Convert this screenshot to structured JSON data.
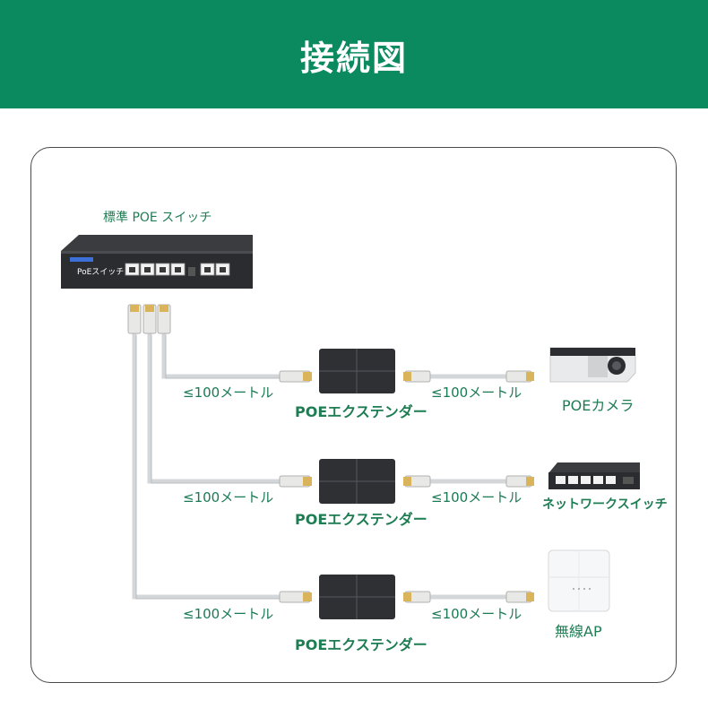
{
  "header": {
    "title": "接続図"
  },
  "main_switch": {
    "label": "標準 POE スイッチ",
    "front_text": "PoEスイッチ"
  },
  "rows": [
    {
      "cable_in": "≤100メートル",
      "extender": "POEエクステンダー",
      "cable_out": "≤100メートル",
      "device": "POEカメラ"
    },
    {
      "cable_in": "≤100メートル",
      "extender": "POEエクステンダー",
      "cable_out": "≤100メートル",
      "device": "ネットワークスイッチ"
    },
    {
      "cable_in": "≤100メートル",
      "extender": "POEエクステンダー",
      "cable_out": "≤100メートル",
      "device": "無線AP"
    }
  ],
  "colors": {
    "header_bg": "#0b8a5f",
    "label_green": "#1f7d54",
    "cable": "#d4d7d9"
  }
}
